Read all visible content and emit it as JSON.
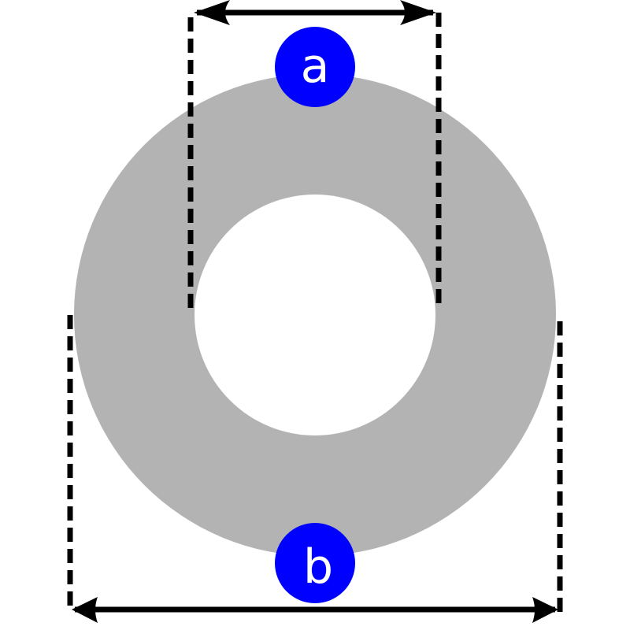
{
  "diagram": {
    "type": "annulus-dimensions",
    "colors": {
      "ring": "#b3b3b3",
      "hole": "#ffffff",
      "label_bg": "#0000ff",
      "label_text": "#ffffff",
      "lines": "#000000"
    },
    "labels": {
      "inner_diameter": "a",
      "outer_diameter": "b"
    }
  }
}
